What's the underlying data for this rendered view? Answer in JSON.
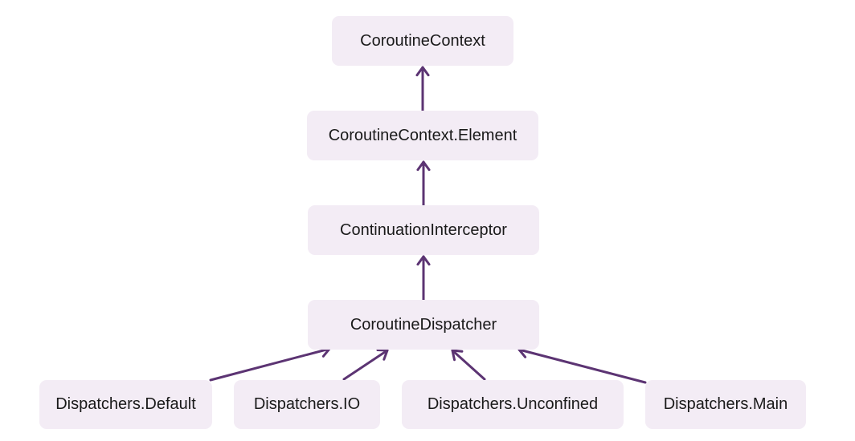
{
  "diagram": {
    "accent_color": "#5c3473",
    "node_fill": "#f3ecf5",
    "nodes": {
      "coroutine_context": "CoroutineContext",
      "coroutine_context_element": "CoroutineContext.Element",
      "continuation_interceptor": "ContinuationInterceptor",
      "coroutine_dispatcher": "CoroutineDispatcher",
      "dispatchers_default": "Dispatchers.Default",
      "dispatchers_io": "Dispatchers.IO",
      "dispatchers_unconfined": "Dispatchers.Unconfined",
      "dispatchers_main": "Dispatchers.Main"
    },
    "edges": [
      {
        "from": "coroutine_context_element",
        "to": "coroutine_context"
      },
      {
        "from": "continuation_interceptor",
        "to": "coroutine_context_element"
      },
      {
        "from": "coroutine_dispatcher",
        "to": "continuation_interceptor"
      },
      {
        "from": "dispatchers_default",
        "to": "coroutine_dispatcher"
      },
      {
        "from": "dispatchers_io",
        "to": "coroutine_dispatcher"
      },
      {
        "from": "dispatchers_unconfined",
        "to": "coroutine_dispatcher"
      },
      {
        "from": "dispatchers_main",
        "to": "coroutine_dispatcher"
      }
    ]
  }
}
